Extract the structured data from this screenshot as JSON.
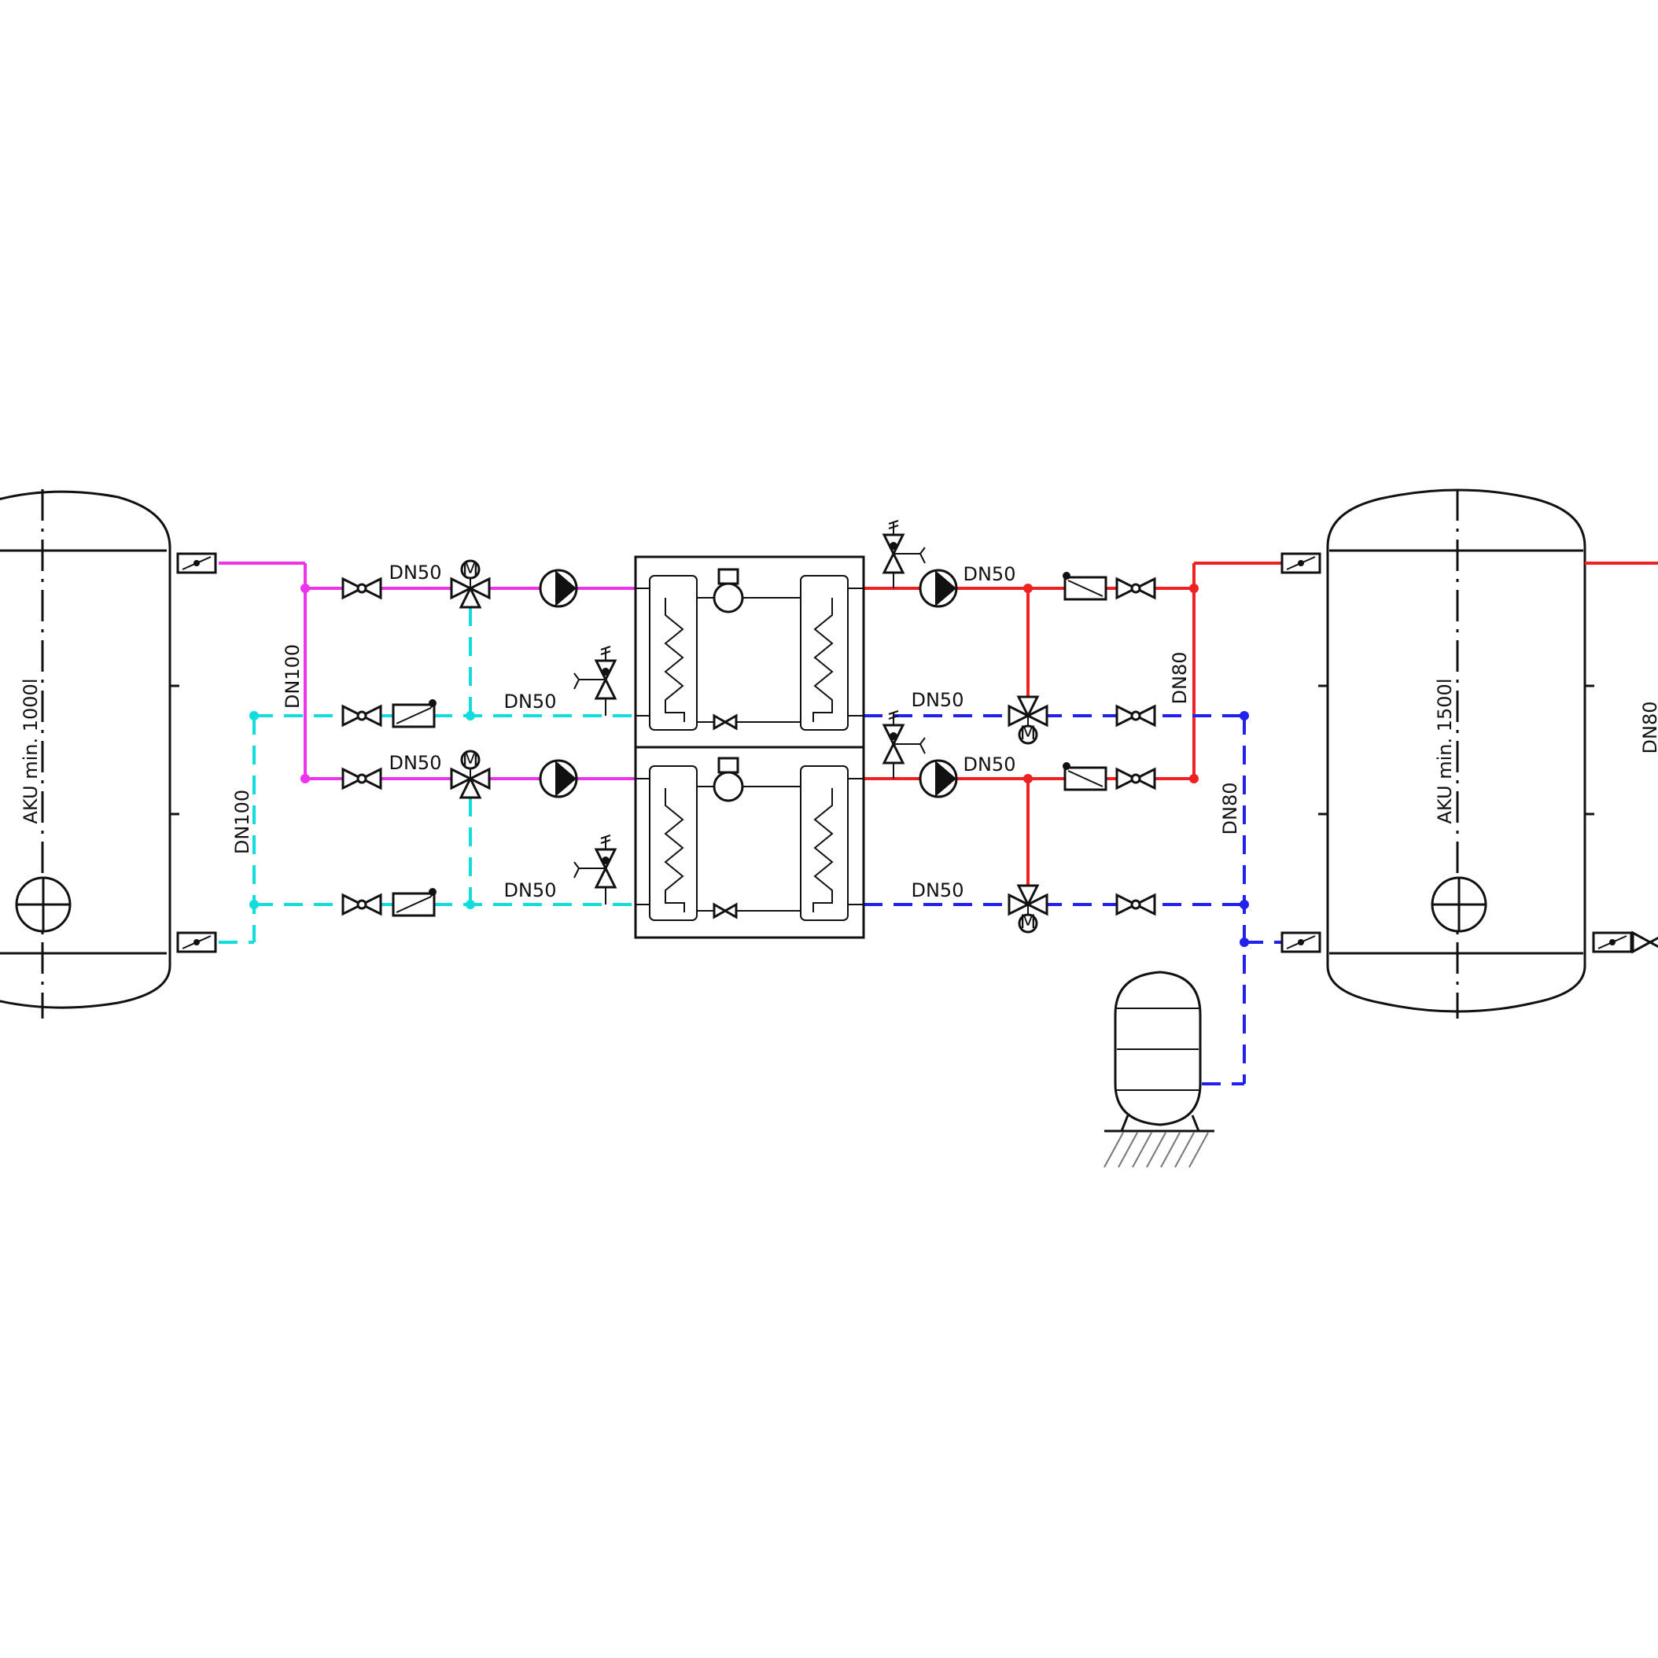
{
  "colors": {
    "primary_inlet": "#ee33ee",
    "primary_return": "#11dddd",
    "secondary_supply": "#ee2222",
    "secondary_return": "#2222ee",
    "outline": "#111111"
  },
  "tanks": {
    "left_label": "AKU min. 1000l",
    "right_label": "AKU min. 1500l"
  },
  "pipe_labels": {
    "left_collector_dn": "DN100",
    "left_return_dn": "DN100",
    "upper_inlet_dn": "DN50",
    "upper_return_dn": "DN50",
    "lower_inlet_dn": "DN50",
    "lower_return_dn": "DN50",
    "upper_supply_dn": "DN50",
    "upper_sec_return_dn": "DN50",
    "lower_supply_dn": "DN50",
    "lower_sec_return_dn": "DN50",
    "right_supply_dn": "DN80",
    "right_return_dn": "DN80",
    "far_right_dn": "DN80"
  },
  "valve_letter": "M"
}
